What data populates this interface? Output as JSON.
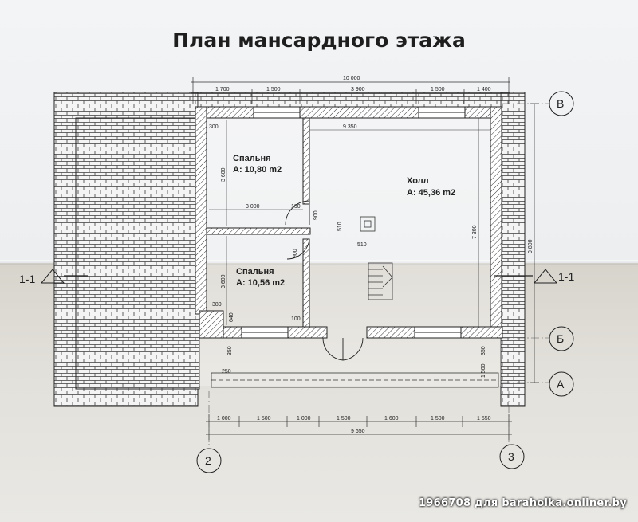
{
  "title": "План мансардного этажа",
  "rooms": [
    {
      "name": "Спальня",
      "area": "A: 10,80 m2"
    },
    {
      "name": "Холл",
      "area": "A: 45,36 m2"
    },
    {
      "name": "Спальня",
      "area": "A: 10,56 m2"
    }
  ],
  "axes": {
    "v": "В",
    "b": "Б",
    "a": "А",
    "two": "2",
    "three": "3"
  },
  "section_mark": "1-1",
  "dims_top": {
    "overall": "10 000",
    "segments": [
      "1 700",
      "1 500",
      "3 900",
      "1 500",
      "1 400"
    ]
  },
  "dims_bottom": {
    "overall": "9 650",
    "segments": [
      "1 000",
      "1 500",
      "1 000",
      "1 500",
      "1 600",
      "1 500",
      "1 550"
    ]
  },
  "dims_right": {
    "overall": "9 800",
    "inner": "7 300",
    "d1": "1 500",
    "d2": "350"
  },
  "dims_inner": {
    "hall_width": "9 350",
    "bedroom_width": "3 000",
    "wall": "300",
    "h1": "3 600",
    "h2": "3 600",
    "d100": "100",
    "d900": "900",
    "d510": "510",
    "d250": "250",
    "d350": "350",
    "d640": "640",
    "d380": "380"
  },
  "watermark": "1966708 для baraholka.onliner.by"
}
